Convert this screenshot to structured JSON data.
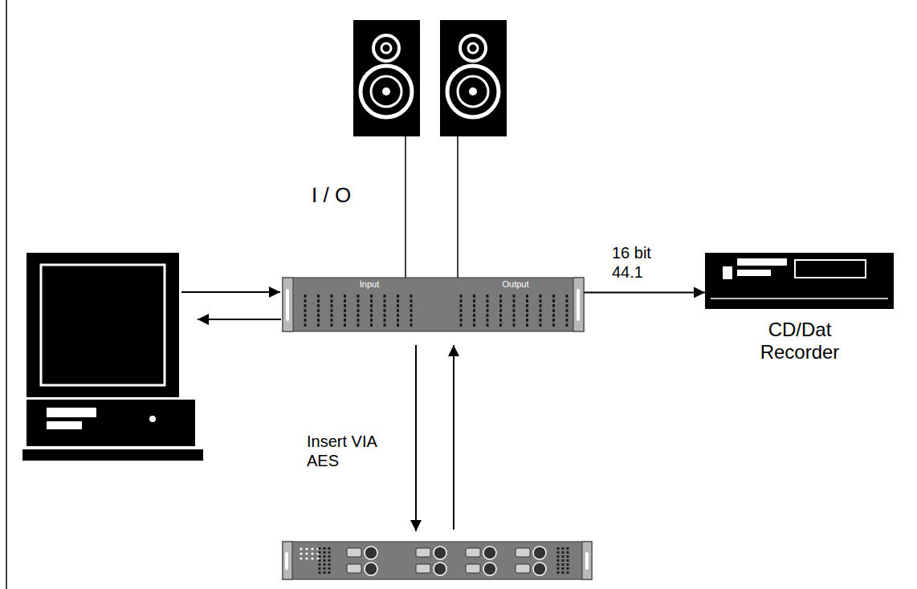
{
  "diagram": {
    "nodes": [
      {
        "text": [
          "Input",
          "Output"
        ]
      },
      {
        "text": [
          "CD/Dat Recorder"
        ]
      }
    ],
    "edges": [
      {
        "from": 0,
        "to": 1,
        "arrow": "to",
        "label": "16 bit 44.1"
      }
    ],
    "labels": [
      "I / O",
      "Insert VIA AES"
    ]
  }
}
